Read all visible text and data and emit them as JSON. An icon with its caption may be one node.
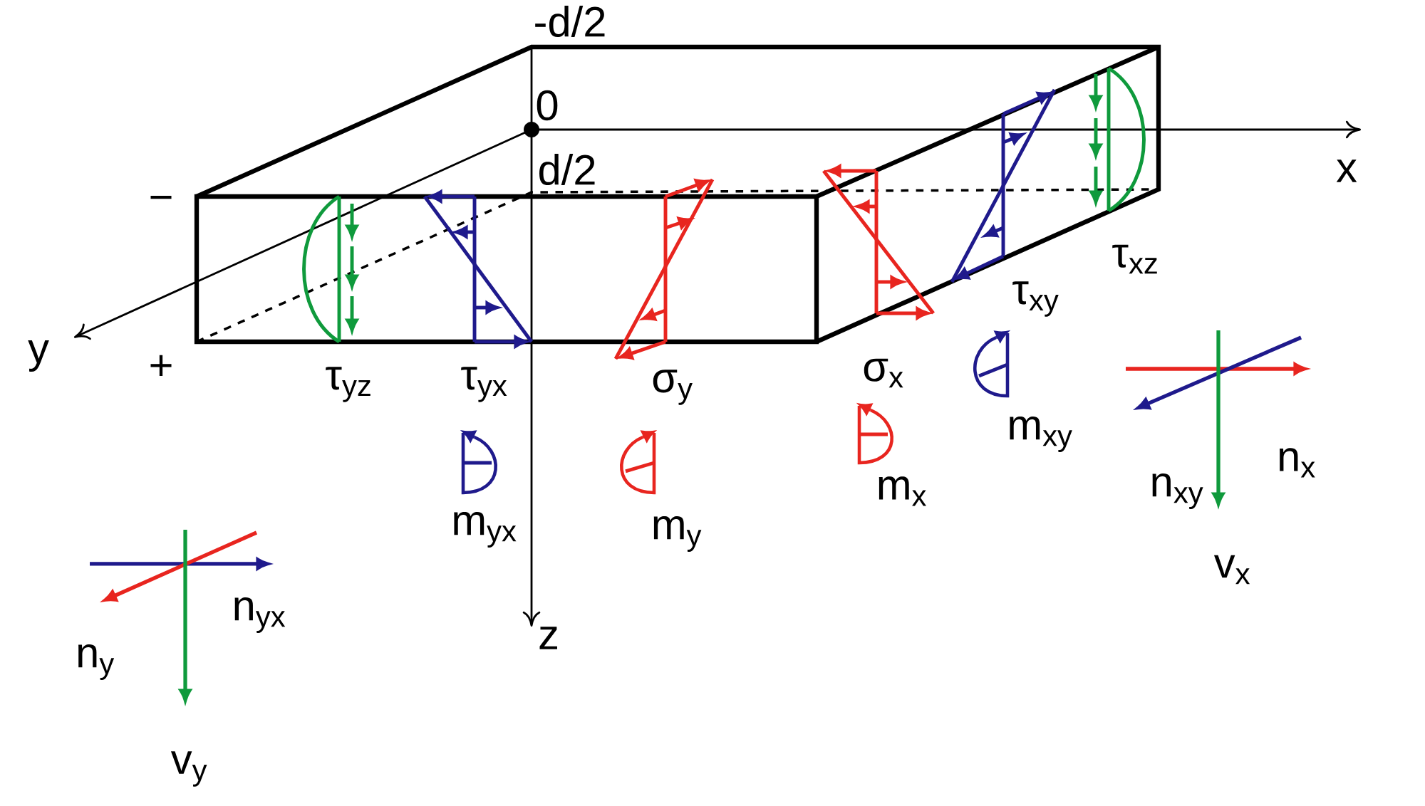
{
  "diagram": {
    "labels": [
      "-d/2",
      "0",
      "x",
      "d/2",
      "−",
      "τ$_{xz}$",
      "y",
      "+",
      "τ$_{yz}$",
      "τ$_{yx}$",
      "σ$_{y}$",
      "σ$_{x}$",
      "τ$_{xy}$",
      "m$_{xy}$",
      "n$_{x}$",
      "m$_{x}$",
      "n$_{xy}$",
      "m$_{yx}$",
      "m$_{y}$",
      "v$_{x}$",
      "n$_{y}$",
      "n$_{yx}$",
      "z",
      "v$_{y}$"
    ]
  }
}
